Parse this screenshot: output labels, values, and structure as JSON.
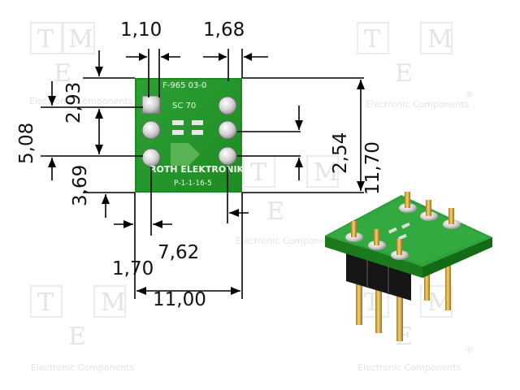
{
  "dimensions": {
    "pad_size_width": "1,10",
    "pad_gap_top": "1,68",
    "pad_offset_top": "2,93",
    "pitch_left": "5,08",
    "pad_offset_bottom": "3,69",
    "pitch_right": "2,54",
    "board_height": "11,70",
    "bottom_offset": "1,70",
    "row_spacing": "7,62",
    "board_width": "11,00"
  },
  "pcb_labels": {
    "top_text": "F-965 03-0",
    "sot_text": "SC 70",
    "brand": "ROTH ELEKTRONIK",
    "bottom_text": "P-1-1-16-5"
  },
  "watermark": {
    "letters": [
      "T",
      "M",
      "E"
    ],
    "registered": "®",
    "tagline": "Electronic Components"
  },
  "colors": {
    "pcb": "#1d8a1f",
    "pcb_light": "#2fa83a",
    "pad": "#d8d8d8",
    "dimension_line": "#000000"
  }
}
